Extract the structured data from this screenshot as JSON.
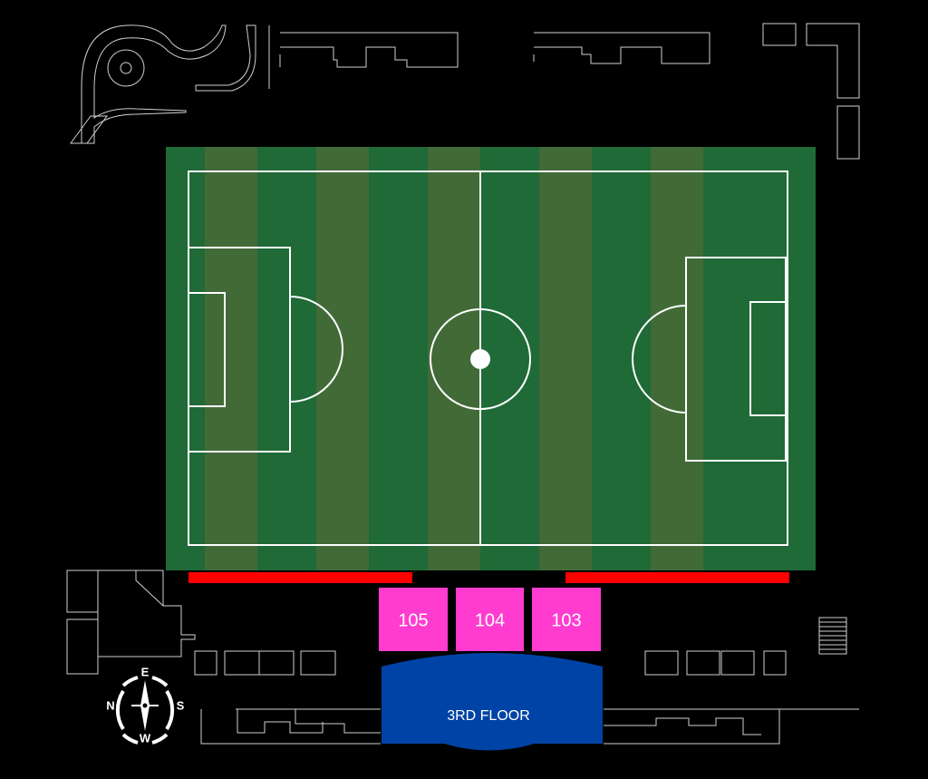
{
  "map": {
    "sections": [
      {
        "id": "105",
        "label": "105"
      },
      {
        "id": "104",
        "label": "104"
      },
      {
        "id": "103",
        "label": "103"
      }
    ],
    "third_floor": {
      "label": "3RD FLOOR"
    },
    "compass": {
      "north": "N",
      "east": "E",
      "south": "S",
      "west": "W"
    },
    "colors": {
      "background": "#000000",
      "pitch_dark": "#1f6a37",
      "pitch_light": "#416a37",
      "pitch_lines": "#ffffff",
      "sideline_bars": "#ff0000",
      "sections": "#ff3ccf",
      "third_floor": "#0043a6",
      "building_outlines": "#cfcfcf"
    }
  }
}
